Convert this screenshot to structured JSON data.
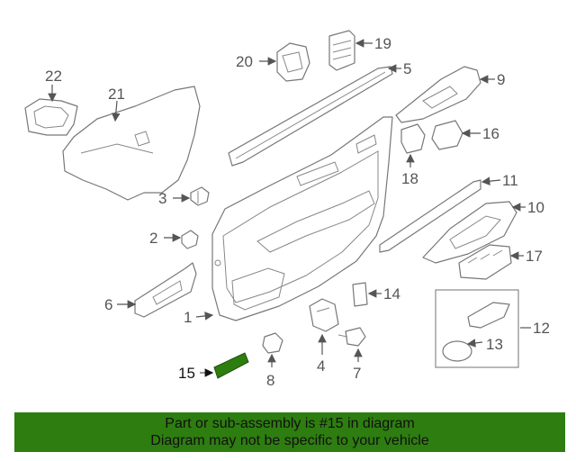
{
  "diagram": {
    "highlight_color": "#2e7d10",
    "callouts": [
      "1",
      "2",
      "3",
      "4",
      "5",
      "6",
      "7",
      "8",
      "9",
      "10",
      "11",
      "12",
      "13",
      "14",
      "15",
      "16",
      "17",
      "18",
      "19",
      "20",
      "21",
      "22"
    ],
    "highlighted_callout": "15"
  },
  "banner": {
    "line1": "Part or sub-assembly is #15 in diagram",
    "line2": "Diagram may not be specific to your vehicle",
    "background": "#2e7d10"
  }
}
